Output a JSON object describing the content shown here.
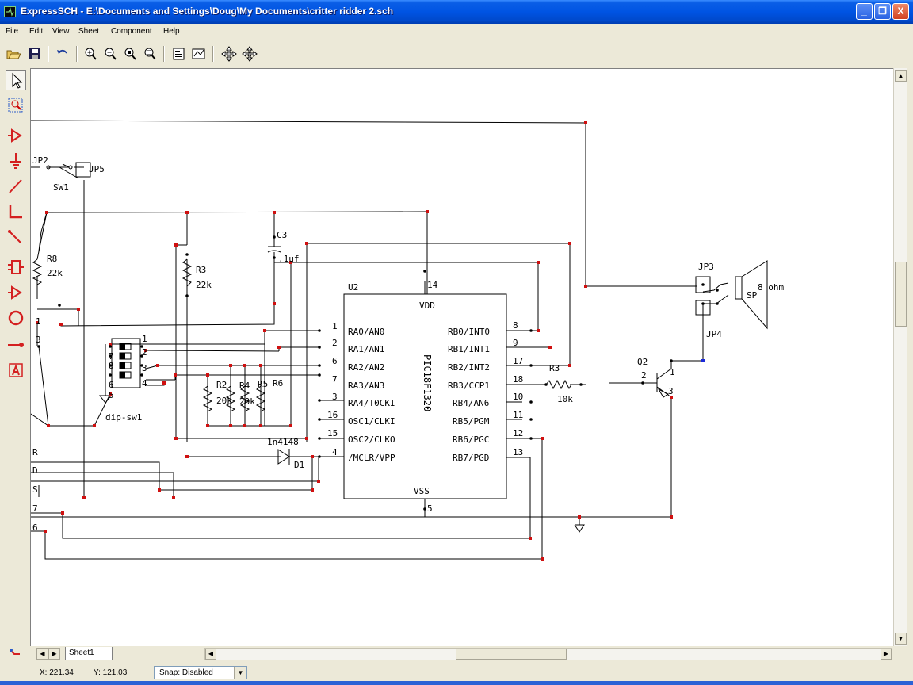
{
  "window": {
    "title": "ExpressSCH - E:\\Documents and Settings\\Doug\\My Documents\\critter ridder 2.sch",
    "minimize": "_",
    "maximize": "❐",
    "close": "X"
  },
  "menu": [
    "File",
    "Edit",
    "View",
    "Sheet",
    "Component",
    "Help"
  ],
  "toolbar_icons": [
    "open-icon",
    "save-icon",
    "undo-icon",
    "zoom-in-icon",
    "zoom-out-icon",
    "zoom-area-icon",
    "zoom-fit-icon",
    "properties-icon",
    "bom-icon",
    "pan-icon",
    "center-icon"
  ],
  "left_tools": [
    "select-arrow-icon",
    "zoom-select-icon",
    "buffer-icon",
    "ground-icon",
    "wire-icon",
    "bus-icon",
    "bus-entry-icon",
    "component-icon",
    "gate-icon",
    "circle-icon",
    "pin-icon",
    "text-icon"
  ],
  "schematic": {
    "u2": {
      "ref": "U2",
      "part": "PIC18F1320",
      "vdd": "VDD",
      "vss": "VSS",
      "vdd_pin": "14",
      "vss_pin": "5",
      "left_pins": [
        {
          "num": "1",
          "name": "RA0/AN0"
        },
        {
          "num": "2",
          "name": "RA1/AN1"
        },
        {
          "num": "6",
          "name": "RA2/AN2"
        },
        {
          "num": "7",
          "name": "RA3/AN3"
        },
        {
          "num": "3",
          "name": "RA4/T0CKI"
        },
        {
          "num": "16",
          "name": "OSC1/CLKI"
        },
        {
          "num": "15",
          "name": "OSC2/CLKO"
        },
        {
          "num": "4",
          "name": "/MCLR/VPP"
        }
      ],
      "right_pins": [
        {
          "num": "8",
          "name": "RB0/INT0"
        },
        {
          "num": "9",
          "name": "RB1/INT1"
        },
        {
          "num": "17",
          "name": "RB2/INT2"
        },
        {
          "num": "18",
          "name": "RB3/CCP1"
        },
        {
          "num": "10",
          "name": "RB4/AN6"
        },
        {
          "num": "11",
          "name": "RB5/PGM"
        },
        {
          "num": "12",
          "name": "RB6/PGC"
        },
        {
          "num": "13",
          "name": "RB7/PGD"
        }
      ]
    },
    "labels": {
      "jp2": "JP2",
      "jp5": "JP5",
      "sw1": "SW1",
      "c3": "C3",
      "c3_val": ".1uf",
      "r8": "R8",
      "r8_val": "22k",
      "r3": "R3",
      "r3_val": "22k",
      "r2": "R2",
      "r2_val": "20k",
      "r4": "R4",
      "r4_val": "20k",
      "r5": "R5",
      "r6": "R6",
      "dip": "dip-sw1",
      "dip_pin1": "1",
      "dip_pin2": "2",
      "dip_pin3": "3",
      "dip_pin4": "4",
      "dip_pin5": "5",
      "dip_pin6": "6",
      "dip_pin7": "7",
      "dip_pin8": "8",
      "d1": "D1",
      "d1_part": "1n4148",
      "r3b": "R3",
      "r3b_val": "10k",
      "q2": "Q2",
      "q2_b": "2",
      "q2_c": "1",
      "q2_e": "3",
      "jp3": "JP3",
      "jp4": "JP4",
      "sp": "SP",
      "sp_val": "8 ohm",
      "side_1": "1",
      "side_3": "3",
      "conn_r": "R",
      "conn_d": "D",
      "conn_s1": "S",
      "conn_7": "7",
      "conn_6": "6"
    }
  },
  "sheet_tab": "Sheet1",
  "status": {
    "x": "X: 221.34",
    "y": "Y: 121.03",
    "snap": "Snap: Disabled"
  }
}
